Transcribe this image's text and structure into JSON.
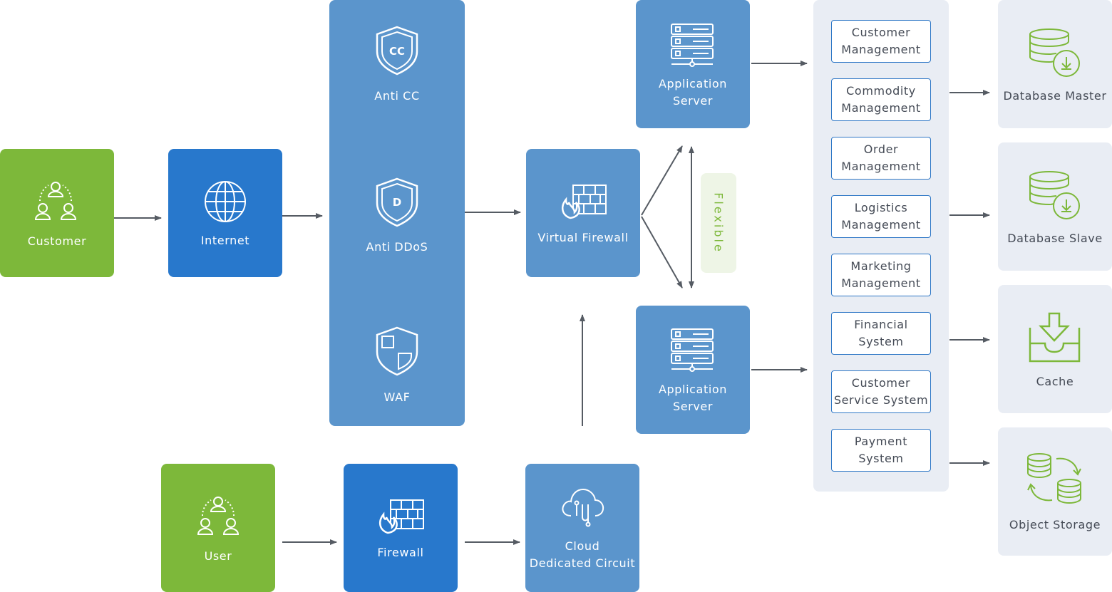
{
  "nodes": {
    "customer": {
      "label": "Customer",
      "icon": "users-icon"
    },
    "internet": {
      "label": "Internet",
      "icon": "globe-icon"
    },
    "security": {
      "anti_cc": {
        "label": "Anti CC",
        "icon": "shield-cc-icon",
        "badge": "CC"
      },
      "anti_ddos": {
        "label": "Anti DDoS",
        "icon": "shield-d-icon",
        "badge": "D"
      },
      "waf": {
        "label": "WAF",
        "icon": "shield-waf-icon"
      }
    },
    "virtual_firewall": {
      "label": "Virtual Firewall",
      "icon": "firewall-icon"
    },
    "app_server_top": {
      "label": "Application\nServer",
      "icon": "server-icon"
    },
    "app_server_bottom": {
      "label": "Application\nServer",
      "icon": "server-icon"
    },
    "flexible": {
      "label": "Flexible"
    },
    "user": {
      "label": "User",
      "icon": "users-icon"
    },
    "firewall": {
      "label": "Firewall",
      "icon": "firewall-icon"
    },
    "cloud_circuit": {
      "label": "Cloud\nDedicated Circuit",
      "icon": "cloud-icon"
    }
  },
  "services": [
    "Customer\nManagement",
    "Commodity\nManagement",
    "Order\nManagement",
    "Logistics\nManagement",
    "Marketing\nManagement",
    "Financial\nSystem",
    "Customer\nService System",
    "Payment\nSystem"
  ],
  "storage": {
    "db_master": {
      "label": "Database Master",
      "icon": "database-download-icon"
    },
    "db_slave": {
      "label": "Database Slave",
      "icon": "database-download-icon"
    },
    "cache": {
      "label": "Cache",
      "icon": "inbox-download-icon"
    },
    "object_storage": {
      "label": "Object Storage",
      "icon": "database-sync-icon"
    }
  },
  "colors": {
    "green": "#7db83a",
    "blue": "#2878cc",
    "light_blue": "#5b95cc",
    "panel": "#e9edf4",
    "arrow": "#555b63"
  }
}
